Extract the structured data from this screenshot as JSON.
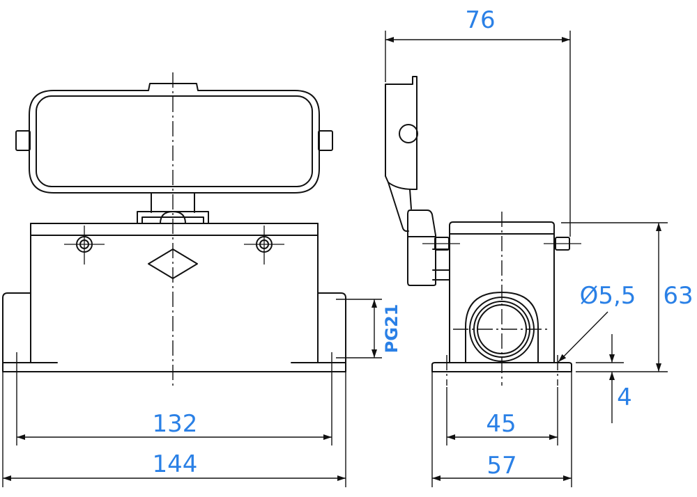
{
  "colors": {
    "dimension_text": "#2a80e6",
    "lines": "#111111",
    "background": "#ffffff"
  },
  "dimensions": {
    "overall_width": "144",
    "fixing_width": "132",
    "cable_entry": "PG21",
    "side_depth": "76",
    "side_width": "57",
    "side_fixing": "45",
    "hole_diameter": "Ø5,5",
    "height": "63",
    "base_thickness": "4"
  }
}
